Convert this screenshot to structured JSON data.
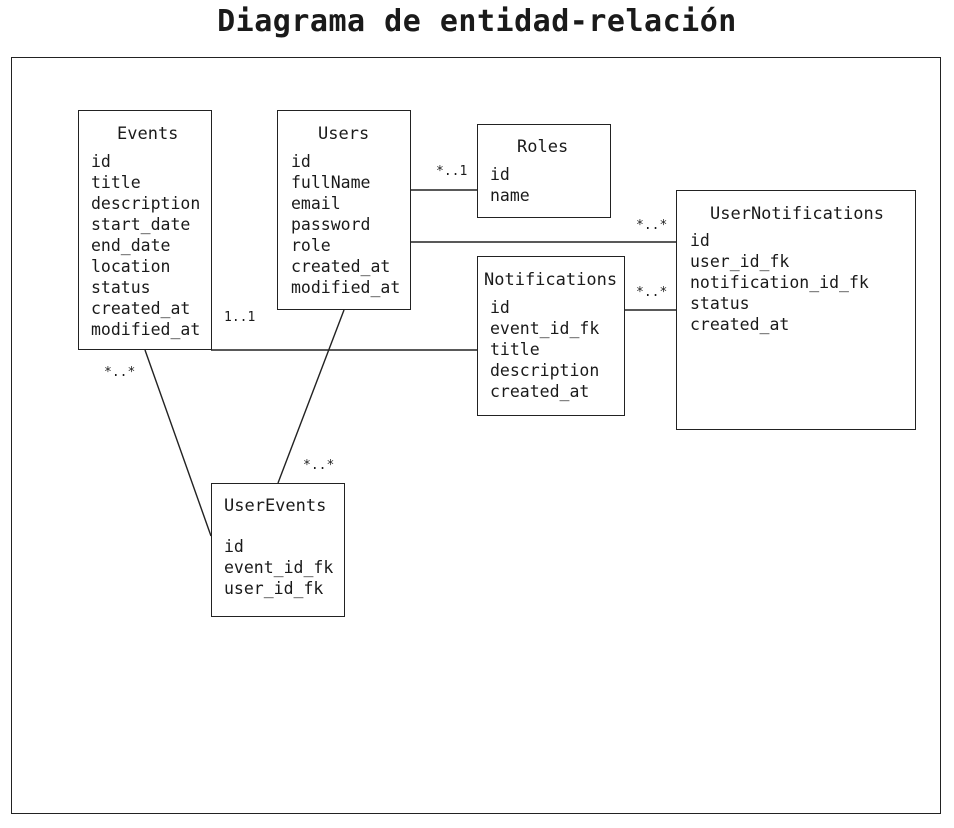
{
  "diagram": {
    "title": "Diagrama de entidad-relación",
    "entities": {
      "events": {
        "name": "Events",
        "attributes": [
          "id",
          "title",
          "description",
          "start_date",
          "end_date",
          "location",
          "status",
          "created_at",
          "modified_at"
        ]
      },
      "users": {
        "name": "Users",
        "attributes": [
          "id",
          "fullName",
          "email",
          "password",
          "role",
          "created_at",
          "modified_at"
        ]
      },
      "roles": {
        "name": "Roles",
        "attributes": [
          "id",
          "name"
        ]
      },
      "user_notifications": {
        "name": "UserNotifications",
        "attributes": [
          "id",
          "user_id_fk",
          "notification_id_fk",
          "status",
          "created_at"
        ]
      },
      "notifications": {
        "name": "Notifications",
        "attributes": [
          "id",
          "event_id_fk",
          "title",
          "description",
          "created_at"
        ]
      },
      "user_events": {
        "name": "UserEvents",
        "attributes": [
          "id",
          "event_id_fk",
          "user_id_fk"
        ]
      }
    },
    "relationships": [
      {
        "from": "Users",
        "to": "Roles",
        "cardinality": "*..1"
      },
      {
        "from": "Users",
        "to": "UserNotifications",
        "cardinality": "*..*"
      },
      {
        "from": "Notifications",
        "to": "UserNotifications",
        "cardinality": "*..*"
      },
      {
        "from": "Events",
        "to": "Notifications",
        "cardinality": "1..1"
      },
      {
        "from": "Events",
        "to": "UserEvents",
        "cardinality": "*..*"
      },
      {
        "from": "Users",
        "to": "UserEvents",
        "cardinality": "*..*"
      }
    ]
  }
}
